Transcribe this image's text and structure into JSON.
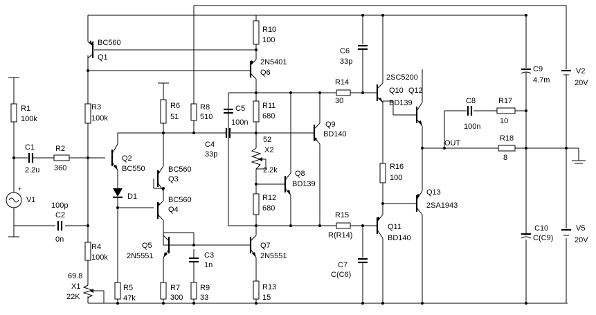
{
  "schematic": {
    "labels": {
      "R1": "R1",
      "R1v": "100k",
      "C1": "C1",
      "C1v": "2.2u",
      "R2": "R2",
      "R2v": "360",
      "V1": "V1",
      "C2": "C2",
      "C2v_top": "100p",
      "C2v": "0n",
      "R3": "R3",
      "R3v": "100k",
      "Q1t": "BC560",
      "Q1": "Q1",
      "R4": "R4",
      "R4v": "100k",
      "X1a": "69.8",
      "X1": "X1",
      "X1v": "22K",
      "Q2": "Q2",
      "Q2t": "BC550",
      "D1": "D1",
      "R5": "R5",
      "R5v": "47k",
      "R6": "R6",
      "R6v": "51",
      "Q3t": "BC560",
      "Q3": "Q3",
      "Q4t": "BC560",
      "Q4": "Q4",
      "Q5": "Q5",
      "Q5t": "2N5551",
      "R7": "R7",
      "R7v": "300",
      "R8": "R8",
      "R8v": "510",
      "R9": "R9",
      "R9v": "33",
      "C3": "C3",
      "C3v": "1n",
      "C4": "C4",
      "C4v": "33p",
      "C5": "C5",
      "C5v": "100n",
      "R10": "R10",
      "R10v": "100",
      "Q6t": "2N5401",
      "Q6": "Q6",
      "R11": "R11",
      "R11v": "680",
      "X2a": "52",
      "X2": "X2",
      "X2v": "2.2k",
      "R12": "R12",
      "R12v": "680",
      "Q7": "Q7",
      "Q7t": "2N5551",
      "R13": "R13",
      "R13v": "15",
      "Q8": "Q8",
      "Q8t": "BD139",
      "Q9": "Q9",
      "Q9t": "BD140",
      "C6": "C6",
      "C6v": "33p",
      "R14": "R14",
      "R14v": "30",
      "R15": "R15",
      "R15v": "R(R14)",
      "C7": "C7",
      "C7v": "C(C6)",
      "Q10t": "2SC5200",
      "Q10": "Q10",
      "Q12": "Q12",
      "Q10b": "BD139",
      "R16": "R16",
      "R16v": "100",
      "Q11": "Q11",
      "Q11t": "BD140",
      "Q13": "Q13",
      "Q13t": "2SA1943",
      "C8": "C8",
      "C8v": "100n",
      "R17": "R17",
      "R17v": "10",
      "OUT": "OUT",
      "R18": "R18",
      "R18v": "8",
      "C9": "C9",
      "C9v": "4.7m",
      "C10": "C10",
      "C10v": "C(C9)",
      "V2": "V2",
      "V2v": "20V",
      "V5": "V5",
      "V5v": "20V"
    }
  }
}
